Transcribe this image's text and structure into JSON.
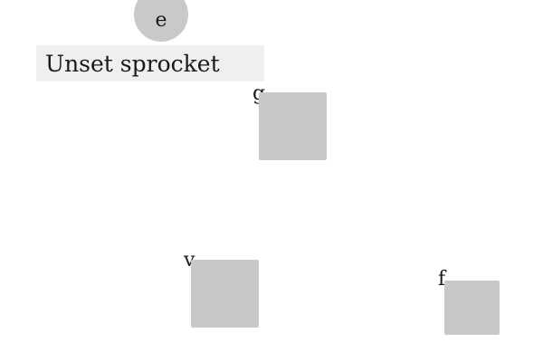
{
  "circle_button": {
    "label": "e"
  },
  "status_label": {
    "text": "Unset sprocket"
  },
  "squares": [
    {
      "label": "g"
    },
    {
      "label": "v"
    },
    {
      "label": "f"
    }
  ],
  "colors": {
    "background": "#ffffff",
    "widget_fill": "#c8c8c8",
    "label_box_fill": "#efefef",
    "text": "#1a1a1a"
  }
}
